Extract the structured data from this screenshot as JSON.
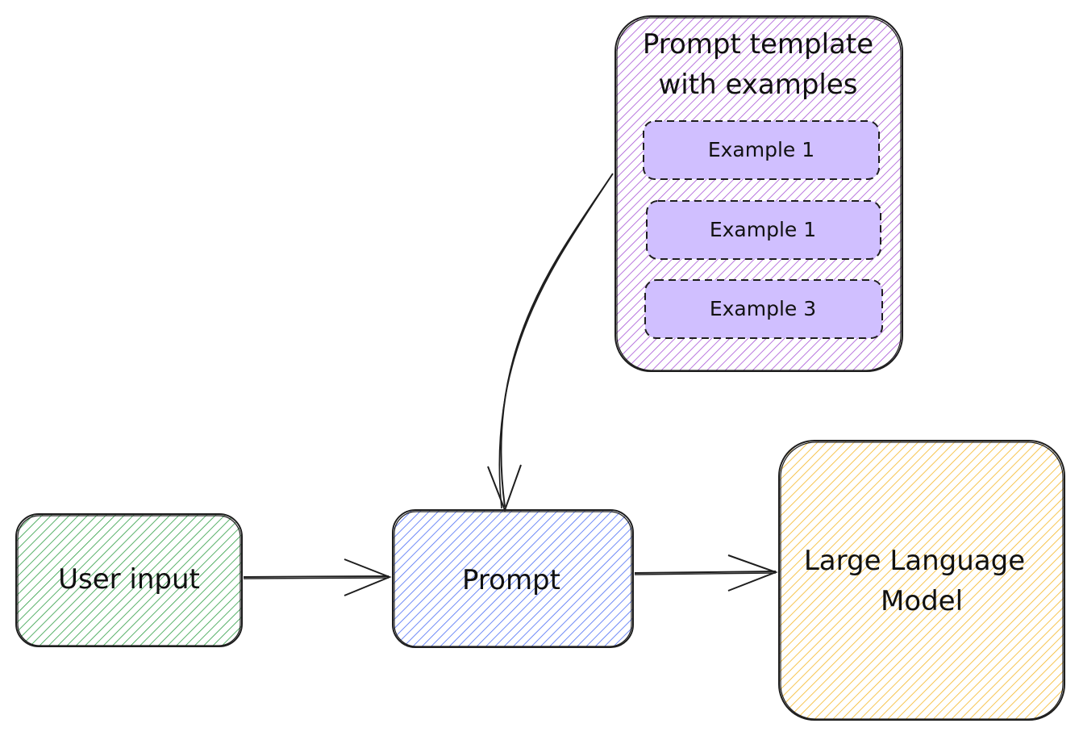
{
  "nodes": {
    "template": {
      "title_line1": "Prompt template",
      "title_line2": "with examples",
      "color": "#a855d6"
    },
    "examples": [
      {
        "label": "Example 1",
        "fill": "#d0bfff"
      },
      {
        "label": "Example 1",
        "fill": "#d0bfff"
      },
      {
        "label": "Example 3",
        "fill": "#d0bfff"
      }
    ],
    "user_input": {
      "label": "User input",
      "color": "#2f9e44"
    },
    "prompt": {
      "label": "Prompt",
      "color": "#4c6ef5"
    },
    "llm": {
      "label_line1": "Large Language",
      "label_line2": "Model",
      "color": "#f5b727"
    }
  },
  "edges": [
    {
      "from": "template",
      "to": "prompt"
    },
    {
      "from": "user_input",
      "to": "prompt"
    },
    {
      "from": "prompt",
      "to": "llm"
    }
  ]
}
